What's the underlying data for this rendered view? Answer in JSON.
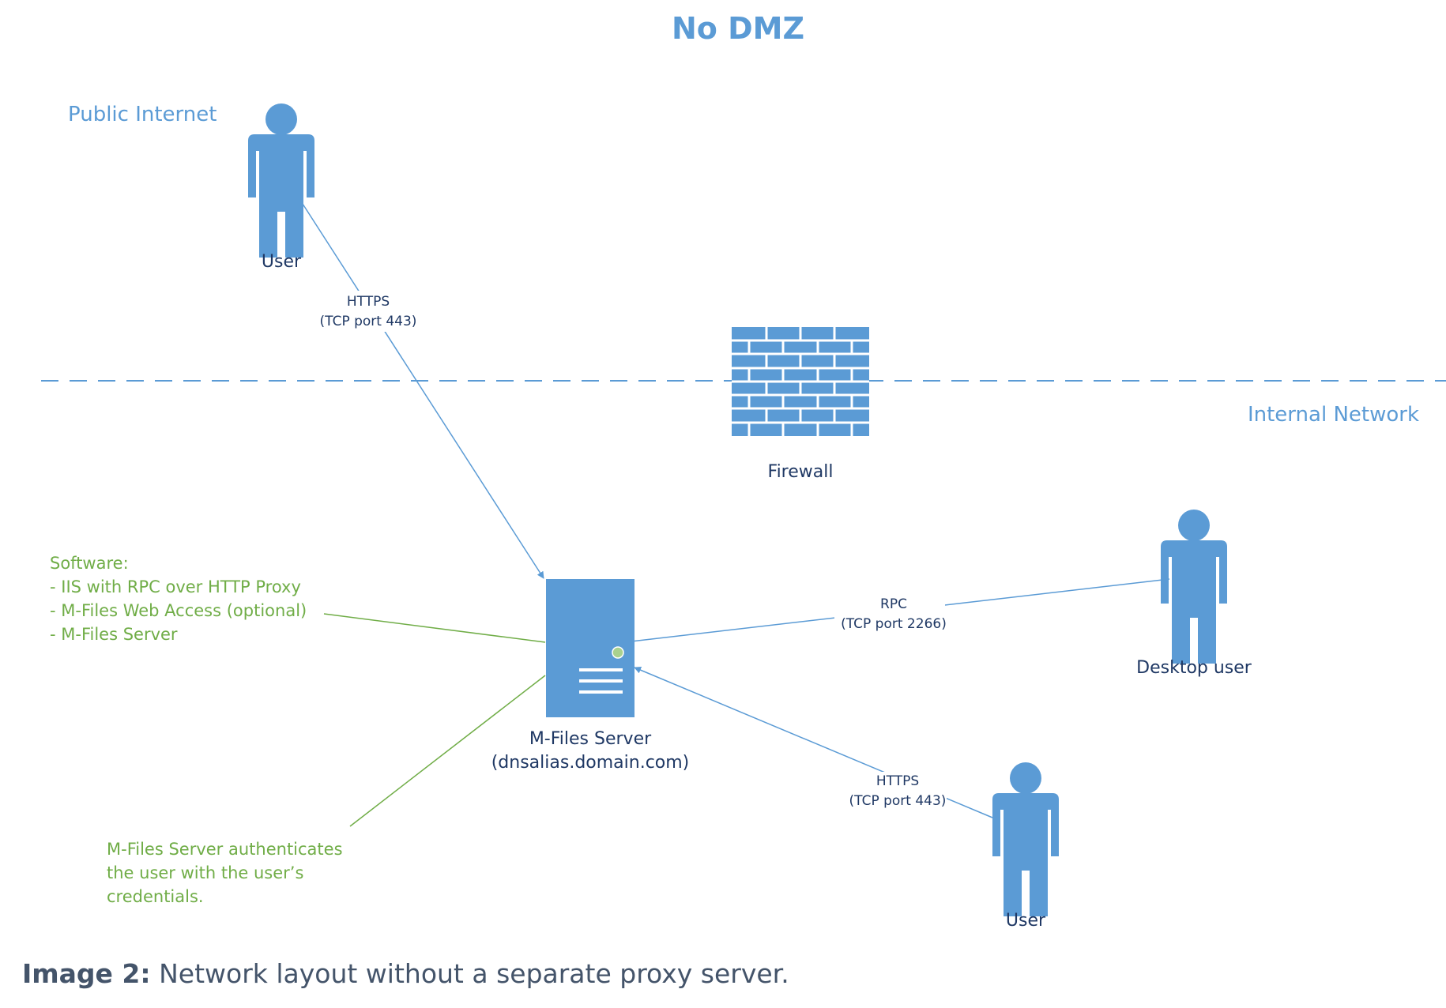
{
  "title": "No DMZ",
  "zones": {
    "public": "Public Internet",
    "internal": "Internal Network"
  },
  "nodes": {
    "internet_user": "User",
    "firewall": "Firewall",
    "server_name": "M-Files Server",
    "server_host": "(dnsalias.domain.com)",
    "desktop_user": "Desktop user",
    "internal_user": "User"
  },
  "connections": {
    "internet_https": {
      "protocol": "HTTPS",
      "port": "(TCP port 443)"
    },
    "rpc": {
      "protocol": "RPC",
      "port": "(TCP port 2266)"
    },
    "internal_https": {
      "protocol": "HTTPS",
      "port": "(TCP port 443)"
    }
  },
  "notes": {
    "software": [
      "Software:",
      "- IIS with RPC over HTTP Proxy",
      "- M-Files Web Access (optional)",
      "- M-Files Server"
    ],
    "auth": [
      "M-Files Server authenticates",
      "the user with the user’s",
      "credentials."
    ]
  },
  "caption": {
    "prefix": "Image 2:",
    "text": " Network layout without a separate proxy server."
  },
  "colors": {
    "icon": "#5b9bd5",
    "accent": "#5b9bd5",
    "note": "#70ad47",
    "label": "#1f3864",
    "caption": "#44546a"
  },
  "icons": {
    "user": "person-icon",
    "firewall": "brick-wall-icon",
    "server": "server-tower-icon"
  }
}
